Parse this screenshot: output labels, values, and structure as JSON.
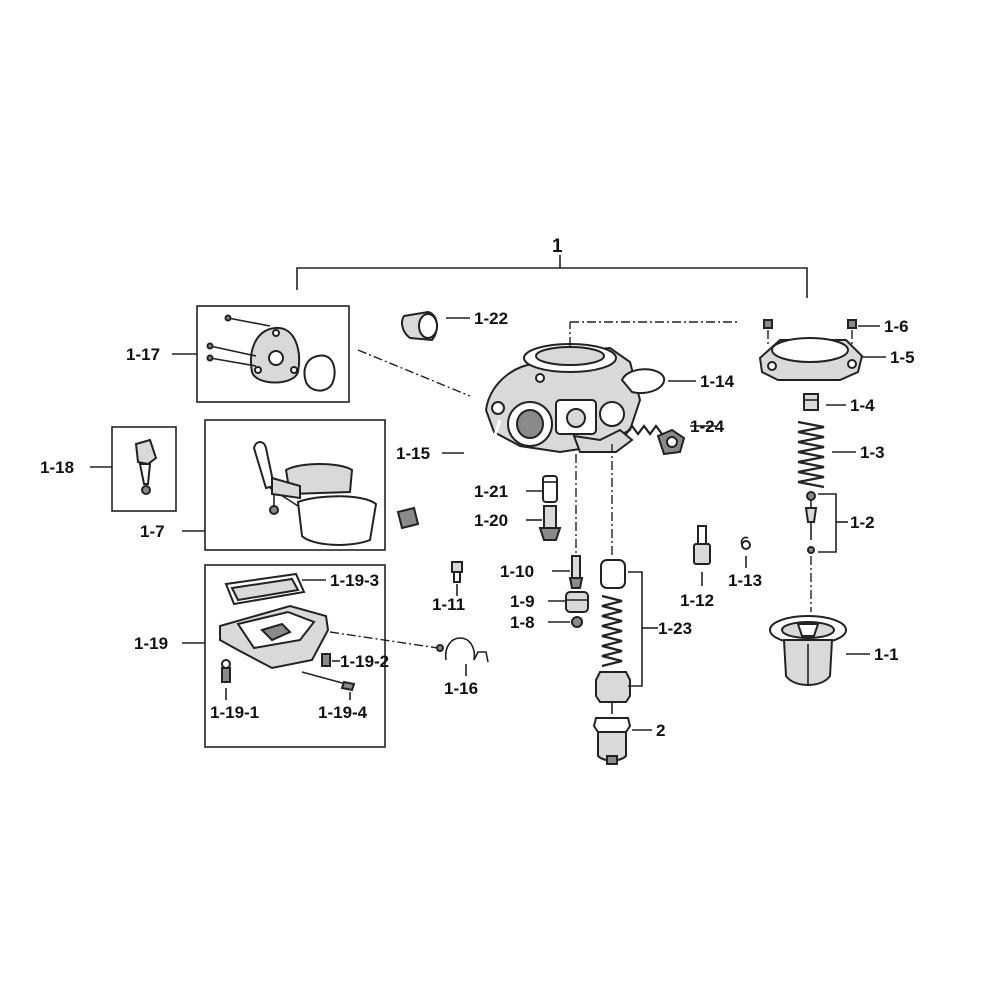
{
  "labels": {
    "main": "1",
    "p1_1": "1-1",
    "p1_2": "1-2",
    "p1_3": "1-3",
    "p1_4": "1-4",
    "p1_5": "1-5",
    "p1_6": "1-6",
    "p1_7": "1-7",
    "p1_8": "1-8",
    "p1_9": "1-9",
    "p1_10": "1-10",
    "p1_11": "1-11",
    "p1_12": "1-12",
    "p1_13": "1-13",
    "p1_14": "1-14",
    "p1_15": "1-15",
    "p1_16": "1-16",
    "p1_17": "1-17",
    "p1_18": "1-18",
    "p1_19": "1-19",
    "p1_19_1": "1-19-1",
    "p1_19_2": "1-19-2",
    "p1_19_3": "1-19-3",
    "p1_19_4": "1-19-4",
    "p1_20": "1-20",
    "p1_21": "1-21",
    "p1_22": "1-22",
    "p1_23": "1-23",
    "p1_24": "1-24",
    "p2": "2"
  }
}
